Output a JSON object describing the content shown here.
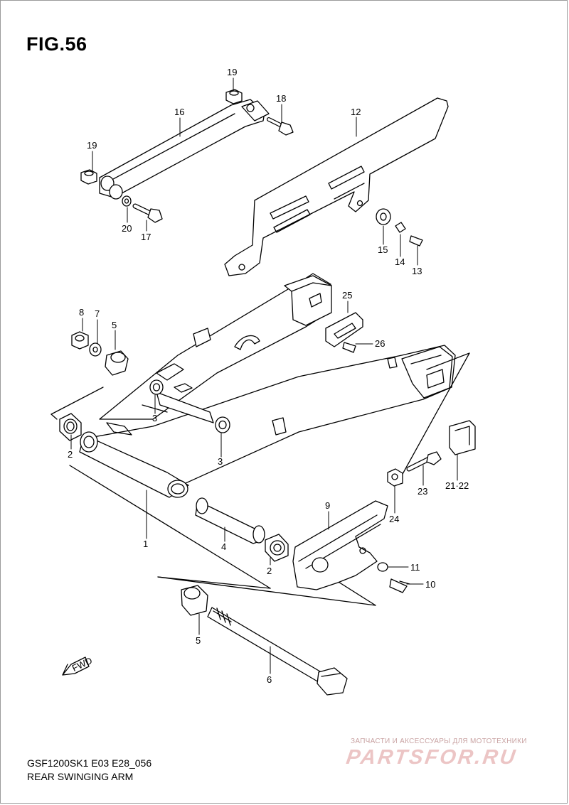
{
  "figure": {
    "title": "FIG.56"
  },
  "footer": {
    "model_code": "GSF1200SK1 E03 E28_056",
    "caption": "REAR SWINGING ARM"
  },
  "watermark": {
    "tagline": "ЗАПЧАСТИ И АКСЕССУАРЫ ДЛЯ МОТОТЕХНИКИ",
    "logo": "PARTSFOR.RU"
  },
  "fwd_arrow": {
    "label": "FWD"
  },
  "callouts": {
    "c19a": "19",
    "c18": "18",
    "c16": "16",
    "c12": "12",
    "c19b": "19",
    "c20": "20",
    "c17": "17",
    "c15": "15",
    "c14": "14",
    "c13": "13",
    "c8": "8",
    "c7": "7",
    "c5a": "5",
    "c25": "25",
    "c26": "26",
    "c3a": "3",
    "c3b": "3",
    "c2a": "2",
    "c1": "1",
    "c4": "4",
    "c2b": "2",
    "c9": "9",
    "c23": "23",
    "c2122": "21·22",
    "c24": "24",
    "c11": "11",
    "c10": "10",
    "c5b": "5",
    "c6": "6"
  },
  "colors": {
    "line": "#000000",
    "frame": "#9a9a9a",
    "watermark": "#ecc5c5"
  }
}
